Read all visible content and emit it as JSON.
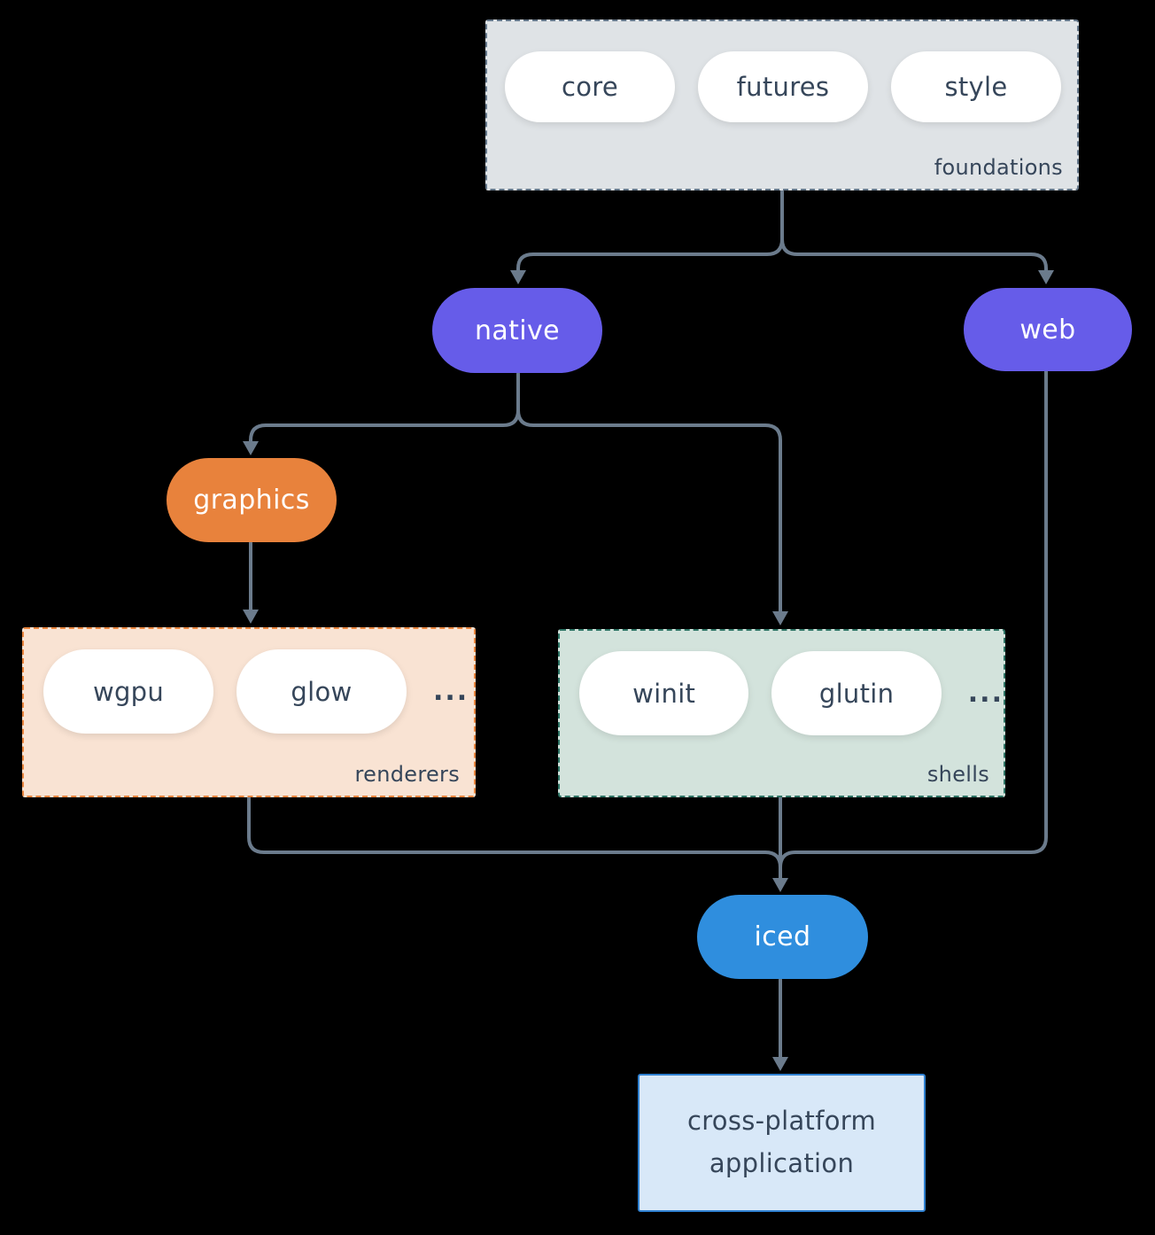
{
  "colors": {
    "background": "#000000",
    "arrow": "#6b7b8c",
    "purple": "#665ce9",
    "orange": "#e8823c",
    "blue": "#2f8ede",
    "dark_text": "#36465a",
    "white": "#ffffff",
    "foundations_bg": "#dfe3e6",
    "foundations_border": "#64778a",
    "renderers_bg": "#f9e3d3",
    "renderers_border": "#e8853e",
    "shells_bg": "#d3e3dc",
    "shells_border": "#2e7465",
    "app_bg": "#d8e8f8",
    "app_border": "#2f80d0"
  },
  "nodes": {
    "foundations": {
      "label": "foundations",
      "items": {
        "core": "core",
        "futures": "futures",
        "style": "style"
      }
    },
    "native": {
      "label": "native"
    },
    "web": {
      "label": "web"
    },
    "graphics": {
      "label": "graphics"
    },
    "renderers": {
      "label": "renderers",
      "items": {
        "wgpu": "wgpu",
        "glow": "glow"
      },
      "ellipsis": "..."
    },
    "shells": {
      "label": "shells",
      "items": {
        "winit": "winit",
        "glutin": "glutin"
      },
      "ellipsis": "..."
    },
    "iced": {
      "label": "iced"
    },
    "application": {
      "label": "cross-platform application"
    }
  }
}
